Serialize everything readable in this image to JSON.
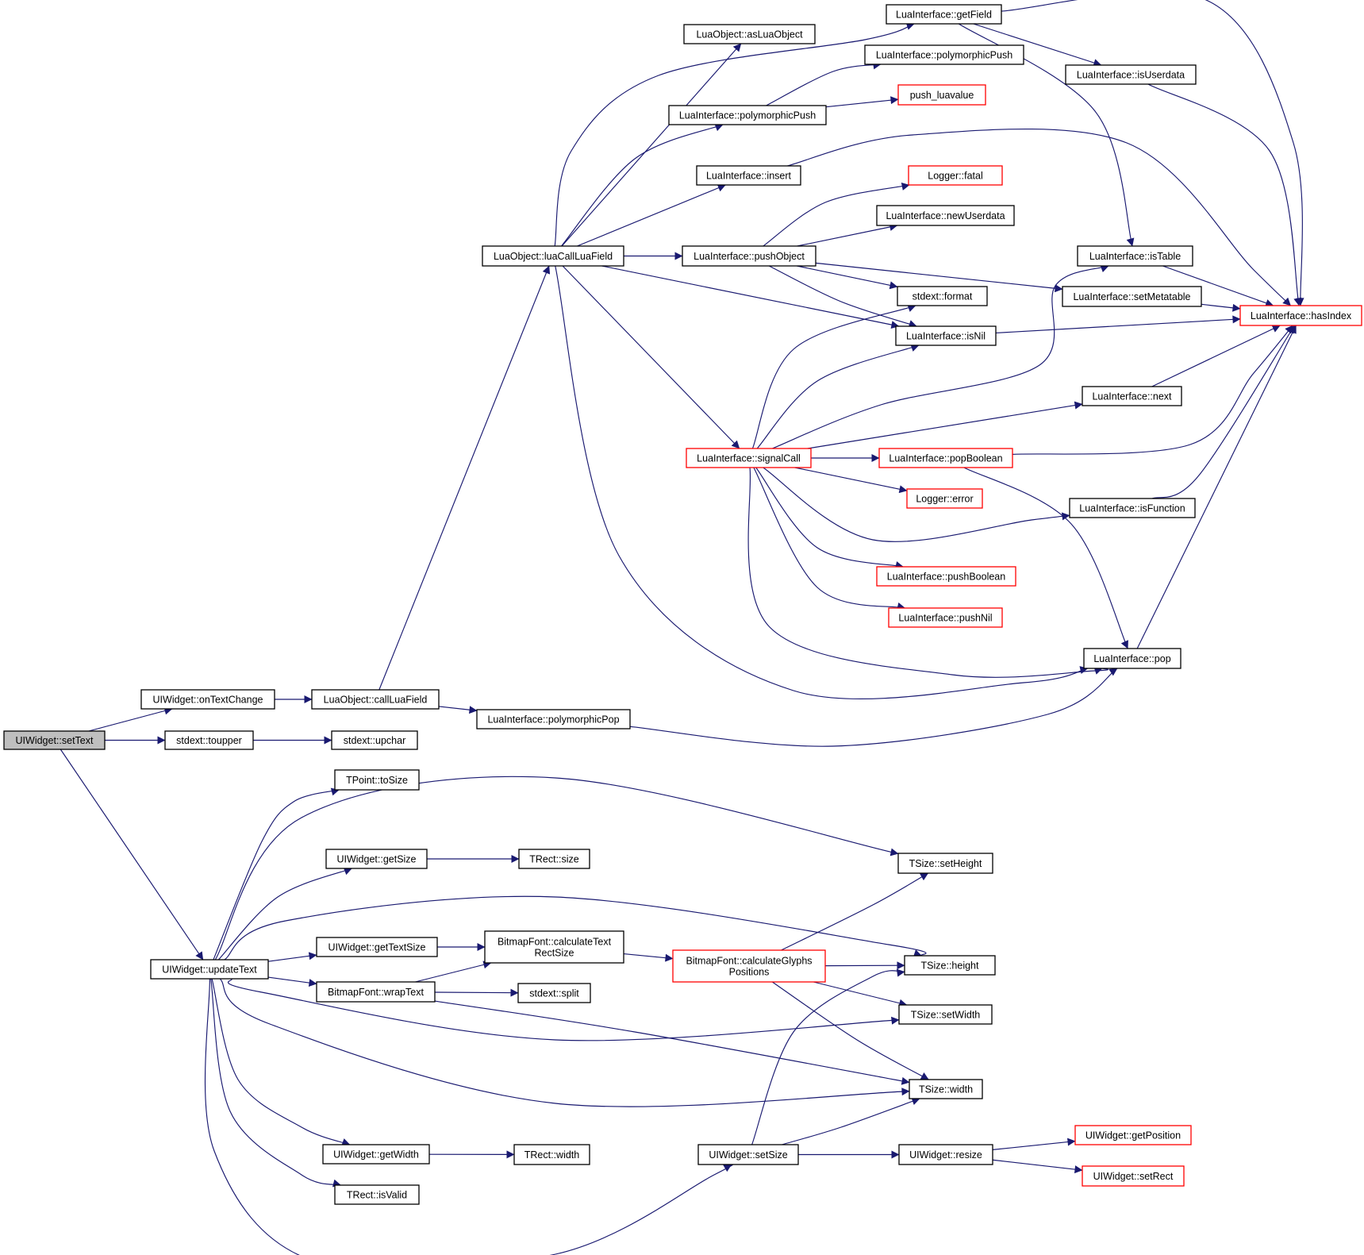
{
  "diagram": {
    "colors": {
      "edge": "#191970",
      "external_border": "#ff0000",
      "node_border": "#000000",
      "root_fill": "#bfbfbf"
    },
    "nodes": [
      {
        "id": "setText",
        "label": "UIWidget::setText",
        "style": "root"
      },
      {
        "id": "onTextChange",
        "label": "UIWidget::onTextChange",
        "style": "black"
      },
      {
        "id": "toupper",
        "label": "stdext::toupper",
        "style": "black"
      },
      {
        "id": "upchar",
        "label": "stdext::upchar",
        "style": "black"
      },
      {
        "id": "updateText",
        "label": "UIWidget::updateText",
        "style": "black"
      },
      {
        "id": "callLuaField",
        "label": "LuaObject::callLuaField",
        "style": "black"
      },
      {
        "id": "polymorphicPop",
        "label": "LuaInterface::polymorphicPop",
        "style": "black"
      },
      {
        "id": "luaCallLuaField",
        "label": "LuaObject::luaCallLuaField",
        "style": "black"
      },
      {
        "id": "asLuaObject",
        "label": "LuaObject::asLuaObject",
        "style": "black"
      },
      {
        "id": "getField",
        "label": "LuaInterface::getField",
        "style": "black"
      },
      {
        "id": "polymorphicPushB",
        "label": "LuaInterface::polymorphicPush",
        "style": "black"
      },
      {
        "id": "polymorphicPushA",
        "label": "LuaInterface::polymorphicPush",
        "style": "black"
      },
      {
        "id": "push_luavalue",
        "label": "push_luavalue",
        "style": "red"
      },
      {
        "id": "isUserdata",
        "label": "LuaInterface::isUserdata",
        "style": "black"
      },
      {
        "id": "insert",
        "label": "LuaInterface::insert",
        "style": "black"
      },
      {
        "id": "fatal",
        "label": "Logger::fatal",
        "style": "red"
      },
      {
        "id": "newUserdata",
        "label": "LuaInterface::newUserdata",
        "style": "black"
      },
      {
        "id": "pushObject",
        "label": "LuaInterface::pushObject",
        "style": "black"
      },
      {
        "id": "isTable",
        "label": "LuaInterface::isTable",
        "style": "black"
      },
      {
        "id": "format",
        "label": "stdext::format",
        "style": "black"
      },
      {
        "id": "setMetatable",
        "label": "LuaInterface::setMetatable",
        "style": "black"
      },
      {
        "id": "hasIndex",
        "label": "LuaInterface::hasIndex",
        "style": "red"
      },
      {
        "id": "isNil",
        "label": "LuaInterface::isNil",
        "style": "black"
      },
      {
        "id": "next",
        "label": "LuaInterface::next",
        "style": "black"
      },
      {
        "id": "signalCall",
        "label": "LuaInterface::signalCall",
        "style": "red"
      },
      {
        "id": "popBoolean",
        "label": "LuaInterface::popBoolean",
        "style": "red"
      },
      {
        "id": "error",
        "label": "Logger::error",
        "style": "red"
      },
      {
        "id": "isFunction",
        "label": "LuaInterface::isFunction",
        "style": "black"
      },
      {
        "id": "pushBoolean",
        "label": "LuaInterface::pushBoolean",
        "style": "red"
      },
      {
        "id": "pushNil",
        "label": "LuaInterface::pushNil",
        "style": "red"
      },
      {
        "id": "pop",
        "label": "LuaInterface::pop",
        "style": "black"
      },
      {
        "id": "toSize",
        "label": "TPoint::toSize",
        "style": "black"
      },
      {
        "id": "getSize",
        "label": "UIWidget::getSize",
        "style": "black"
      },
      {
        "id": "rectSize",
        "label": "TRect::size",
        "style": "black"
      },
      {
        "id": "setHeight",
        "label": "TSize::setHeight",
        "style": "black"
      },
      {
        "id": "getTextSize",
        "label": "UIWidget::getTextSize",
        "style": "black"
      },
      {
        "id": "calcTextRect",
        "label": [
          "BitmapFont::calculateText",
          "RectSize"
        ],
        "style": "black"
      },
      {
        "id": "calcGlyphs",
        "label": [
          "BitmapFont::calculateGlyphs",
          "Positions"
        ],
        "style": "red"
      },
      {
        "id": "height",
        "label": "TSize::height",
        "style": "black"
      },
      {
        "id": "wrapText",
        "label": "BitmapFont::wrapText",
        "style": "black"
      },
      {
        "id": "split",
        "label": "stdext::split",
        "style": "black"
      },
      {
        "id": "setWidth",
        "label": "TSize::setWidth",
        "style": "black"
      },
      {
        "id": "width",
        "label": "TSize::width",
        "style": "black"
      },
      {
        "id": "getWidth",
        "label": "UIWidget::getWidth",
        "style": "black"
      },
      {
        "id": "rectWidth",
        "label": "TRect::width",
        "style": "black"
      },
      {
        "id": "setSize",
        "label": "UIWidget::setSize",
        "style": "black"
      },
      {
        "id": "resize",
        "label": "UIWidget::resize",
        "style": "black"
      },
      {
        "id": "getPosition",
        "label": "UIWidget::getPosition",
        "style": "red"
      },
      {
        "id": "setRect",
        "label": "UIWidget::setRect",
        "style": "red"
      },
      {
        "id": "isValid",
        "label": "TRect::isValid",
        "style": "black"
      }
    ],
    "edges": [
      [
        "setText",
        "onTextChange"
      ],
      [
        "setText",
        "toupper"
      ],
      [
        "setText",
        "updateText"
      ],
      [
        "onTextChange",
        "callLuaField"
      ],
      [
        "toupper",
        "upchar"
      ],
      [
        "callLuaField",
        "luaCallLuaField"
      ],
      [
        "callLuaField",
        "polymorphicPop"
      ],
      [
        "polymorphicPop",
        "pop"
      ],
      [
        "luaCallLuaField",
        "asLuaObject"
      ],
      [
        "luaCallLuaField",
        "getField"
      ],
      [
        "luaCallLuaField",
        "polymorphicPushA"
      ],
      [
        "luaCallLuaField",
        "insert"
      ],
      [
        "luaCallLuaField",
        "pushObject"
      ],
      [
        "luaCallLuaField",
        "isNil"
      ],
      [
        "luaCallLuaField",
        "signalCall"
      ],
      [
        "luaCallLuaField",
        "pop"
      ],
      [
        "getField",
        "isUserdata"
      ],
      [
        "getField",
        "isTable"
      ],
      [
        "getField",
        "hasIndex"
      ],
      [
        "polymorphicPushA",
        "polymorphicPushB"
      ],
      [
        "polymorphicPushA",
        "push_luavalue"
      ],
      [
        "isUserdata",
        "hasIndex"
      ],
      [
        "insert",
        "hasIndex"
      ],
      [
        "pushObject",
        "fatal"
      ],
      [
        "pushObject",
        "newUserdata"
      ],
      [
        "pushObject",
        "format"
      ],
      [
        "pushObject",
        "setMetatable"
      ],
      [
        "pushObject",
        "isNil"
      ],
      [
        "isTable",
        "hasIndex"
      ],
      [
        "setMetatable",
        "hasIndex"
      ],
      [
        "isNil",
        "hasIndex"
      ],
      [
        "next",
        "hasIndex"
      ],
      [
        "signalCall",
        "format"
      ],
      [
        "signalCall",
        "isNil"
      ],
      [
        "signalCall",
        "isTable"
      ],
      [
        "signalCall",
        "next"
      ],
      [
        "signalCall",
        "popBoolean"
      ],
      [
        "signalCall",
        "error"
      ],
      [
        "signalCall",
        "isFunction"
      ],
      [
        "signalCall",
        "pushBoolean"
      ],
      [
        "signalCall",
        "pushNil"
      ],
      [
        "signalCall",
        "pop"
      ],
      [
        "popBoolean",
        "hasIndex"
      ],
      [
        "popBoolean",
        "pop"
      ],
      [
        "isFunction",
        "hasIndex"
      ],
      [
        "pop",
        "hasIndex"
      ],
      [
        "updateText",
        "toSize"
      ],
      [
        "updateText",
        "setHeight"
      ],
      [
        "updateText",
        "getSize"
      ],
      [
        "updateText",
        "height"
      ],
      [
        "updateText",
        "getTextSize"
      ],
      [
        "updateText",
        "wrapText"
      ],
      [
        "updateText",
        "setWidth"
      ],
      [
        "updateText",
        "width"
      ],
      [
        "updateText",
        "getWidth"
      ],
      [
        "updateText",
        "isValid"
      ],
      [
        "updateText",
        "setSize"
      ],
      [
        "getSize",
        "rectSize"
      ],
      [
        "getTextSize",
        "calcTextRect"
      ],
      [
        "calcTextRect",
        "calcGlyphs"
      ],
      [
        "calcGlyphs",
        "setHeight"
      ],
      [
        "calcGlyphs",
        "height"
      ],
      [
        "calcGlyphs",
        "setWidth"
      ],
      [
        "calcGlyphs",
        "width"
      ],
      [
        "wrapText",
        "calcTextRect"
      ],
      [
        "wrapText",
        "split"
      ],
      [
        "wrapText",
        "width"
      ],
      [
        "getWidth",
        "rectWidth"
      ],
      [
        "setSize",
        "height"
      ],
      [
        "setSize",
        "width"
      ],
      [
        "setSize",
        "resize"
      ],
      [
        "resize",
        "getPosition"
      ],
      [
        "resize",
        "setRect"
      ]
    ]
  }
}
